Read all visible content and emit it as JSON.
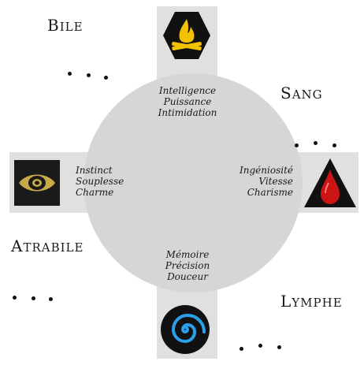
{
  "center": {
    "top": {
      "lines": [
        "Intelligence",
        "Puissance",
        "Intimidation"
      ]
    },
    "left": {
      "lines": [
        "Instinct",
        "Souplesse",
        "Charme"
      ]
    },
    "right": {
      "lines": [
        "Ingéniosité",
        "Vitesse",
        "Charisme"
      ]
    },
    "bottom": {
      "lines": [
        "Mémoire",
        "Précision",
        "Douceur"
      ]
    }
  },
  "humors": {
    "bile": {
      "initial": "B",
      "rest": "ILE"
    },
    "sang": {
      "initial": "S",
      "rest": "ANG"
    },
    "atrabile": {
      "initial": "A",
      "rest": "TRABILE"
    },
    "lymphe": {
      "initial": "L",
      "rest": "YMPHE"
    }
  },
  "icons": {
    "top": "fire-icon",
    "left": "eye-icon",
    "right": "blood-drop-icon",
    "bottom": "spiral-icon"
  },
  "colors": {
    "fire": "#f2c200",
    "blood": "#cc1414",
    "spiral": "#2aa0e8",
    "eye": "#c7a94a",
    "bar": "#e0e0e0",
    "circle": "#d6d6d6"
  }
}
